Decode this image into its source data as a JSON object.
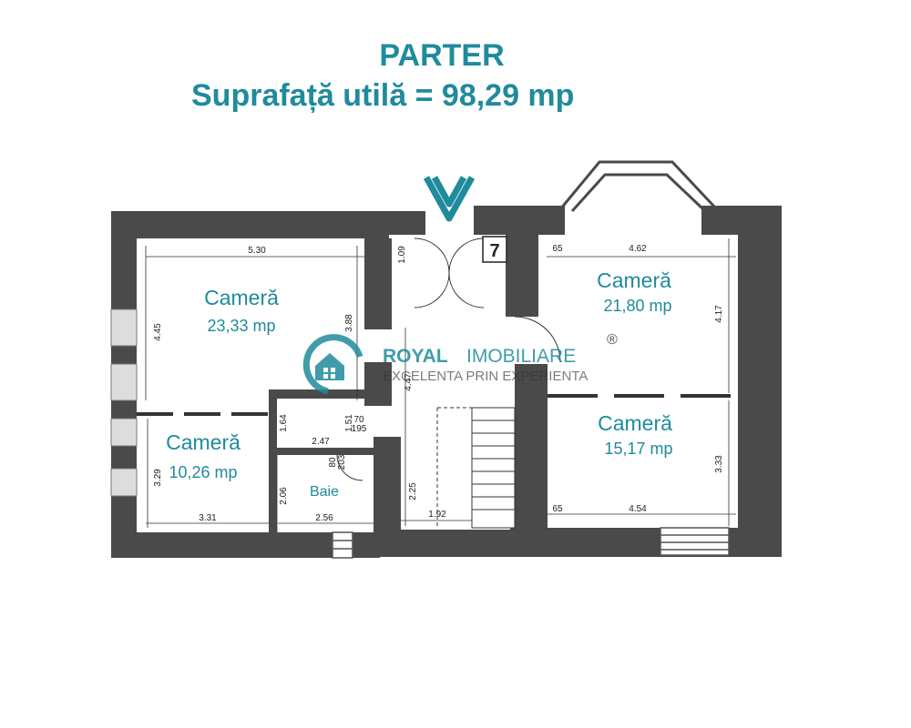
{
  "header": {
    "title": "PARTER",
    "subtitle": "Suprafață utilă = 98,29 mp"
  },
  "rooms": [
    {
      "name": "Cameră",
      "area": "23,33 mp"
    },
    {
      "name": "Cameră",
      "area": "10,26 mp"
    },
    {
      "name": "Baie"
    },
    {
      "name": "Cameră",
      "area": "21,80 mp"
    },
    {
      "name": "Cameră",
      "area": "15,17 mp"
    }
  ],
  "dimensions": {
    "d1": "5.30",
    "d2": "4.45",
    "d3": "3.88",
    "d4": "1.09",
    "d5": "3.29",
    "d6": "3.31",
    "d7": "1.64",
    "d8": "1.51",
    "d9": "2.47",
    "d10": "2.06",
    "d11": "2.56",
    "d12": "80",
    "d13": "203",
    "d14": "70",
    "d15": "195",
    "d16": "4.47",
    "d17": "2.25",
    "d18": "1.92",
    "d19": "65",
    "d20": "4.62",
    "d21": "4.17",
    "d22": "65",
    "d23": "4.54",
    "d24": "3.33"
  },
  "marker": "7",
  "watermark": {
    "brand_a": "ROYAL",
    "brand_b": "IMOBILIARE",
    "registered": "®",
    "tagline": "EXCELENTA PRIN EXPERIENTA"
  },
  "colors": {
    "accent": "#1f8b9c",
    "wall": "#4a4a4a"
  }
}
